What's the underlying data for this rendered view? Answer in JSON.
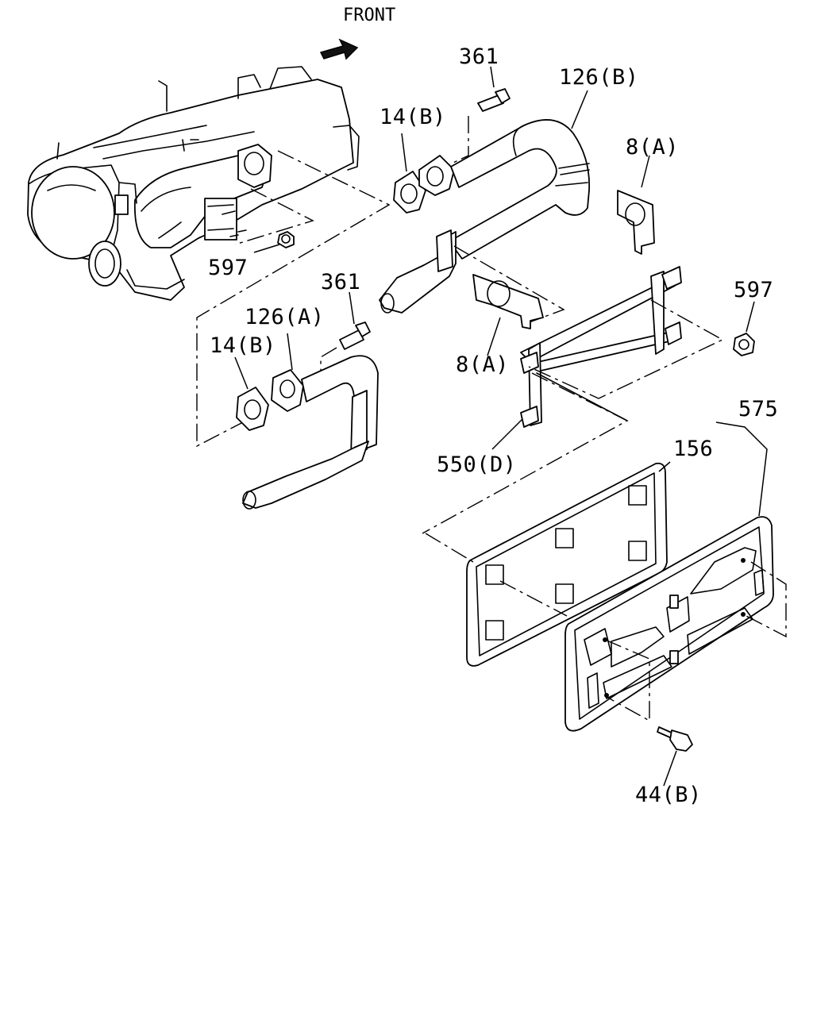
{
  "labels": {
    "front": "FRONT",
    "p361_top": "361",
    "p126b": "126(B)",
    "p14b_top": "14(B)",
    "p8a_right": "8(A)",
    "p597_left": "597",
    "p361_mid": "361",
    "p126a": "126(A)",
    "p14b_mid": "14(B)",
    "p8a_mid": "8(A)",
    "p597_right": "597",
    "p550d": "550(D)",
    "p575": "575",
    "p156": "156",
    "p44b": "44(B)"
  }
}
